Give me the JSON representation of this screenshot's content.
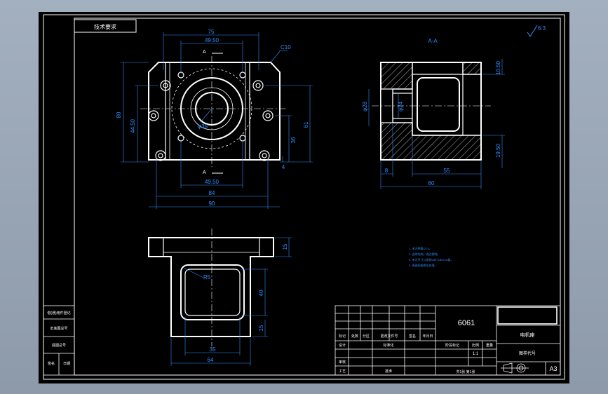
{
  "drawing": {
    "material_note": "技术要求",
    "roughness": "6.3",
    "section_label": "A-A",
    "cut_label": "A",
    "material": "6061",
    "part_name": "电机座",
    "drawing_number": "图样代号",
    "sheet_size": "A3",
    "scale": "1:1",
    "sheet_info": "共1张 第1张",
    "scale_label": "比例",
    "weight_label": "重量",
    "stage_label": "阶段标记"
  },
  "front_view": {
    "dims": {
      "top_overall": "75",
      "top_inner": "49.50",
      "bottom_inner": "49.50",
      "bottom_mid": "84",
      "bottom_overall": "90",
      "height_left": "80",
      "height_left_inner": "44.50",
      "height_right": "61",
      "right_small": "36",
      "right_tiny": "4",
      "chamfer": "C10",
      "bore": "φ35"
    }
  },
  "section_view": {
    "dims": {
      "width_overall": "80",
      "width_inner": "55",
      "left_small": "8",
      "top_right": "10.50",
      "bottom_right": "19.50",
      "bore_outer": "φ28",
      "bore_inner": "φ24"
    }
  },
  "top_view": {
    "dims": {
      "right_top": "15",
      "right_mid": "40",
      "right_bottom": "15",
      "bottom_inner": "35",
      "bottom_overall": "64",
      "fillet": "R5"
    }
  },
  "notes": [
    "1. 未注倒角C0.5。",
    "2. 去除毛刺，锐边倒钝。",
    "3. 未注尺寸公差按GB/T1804-m级。",
    "4. 表面阳极氧化处理。"
  ],
  "side_table": [
    "借(通)用件登记",
    "旧底图总号",
    "底图总号",
    "签名",
    "日期"
  ],
  "title_block": {
    "header_labels": [
      "标记",
      "处数",
      "分区",
      "更改文件号",
      "签名",
      "年月日"
    ],
    "row_labels": [
      "设计",
      "审核",
      "工艺"
    ],
    "std_label": "标准化",
    "approve_label": "批准"
  },
  "colors": {
    "background": "#000000",
    "frame": "#ffffff",
    "dimension": "#2f8fff",
    "centerline": "#ffffff",
    "hatch": "#ffffff"
  }
}
